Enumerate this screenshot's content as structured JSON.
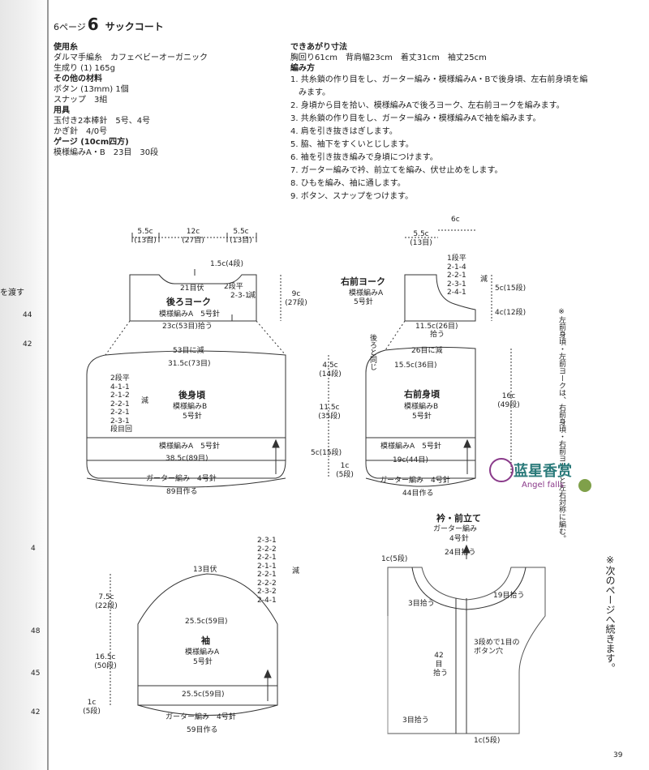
{
  "header": {
    "page_prefix": "6ページ",
    "page_num": "6",
    "title": "サックコート"
  },
  "materials": {
    "yarn_heading": "使用糸",
    "yarn": "ダルマ手編糸　カフェベビーオーガニック",
    "yarn_color": "生成り (1) 165g",
    "other_heading": "その他の材料",
    "button": "ボタン (13mm) 1個",
    "snap": "スナップ　3組",
    "tools_heading": "用具",
    "needles": "玉付き2本棒針　5号、4号",
    "hook": "かぎ針　4/0号",
    "gauge_heading": "ゲージ (10cm四方)",
    "gauge": "模様編みA・B　23目　30段"
  },
  "size": {
    "heading": "できあがり寸法",
    "values": "胸回り61cm　背肩幅23cm　着丈31cm　袖丈25cm"
  },
  "method": {
    "heading": "編み方",
    "steps": [
      "1. 共糸鎖の作り目をし、ガーター編み・模様編みA・Bで後身頃、左右前身頃を編",
      "　みます。",
      "2. 身頃から目を拾い、模様編みAで後ろヨーク、左右前ヨークを編みます。",
      "3. 共糸鎖の作り目をし、ガーター編み・模様編みAで袖を編みます。",
      "4. 肩を引き抜きはぎします。",
      "5. 脇、袖下をすくいとじします。",
      "6. 袖を引き抜き編みで身頃につけます。",
      "7. ガーター編みで衿、前立てを編み、伏せ止めをします。",
      "8. ひもを編み、袖に通します。",
      "9. ボタン、スナップをつけます。"
    ]
  },
  "back_yoke": {
    "w1": "5.5c",
    "w1s": "(13目)",
    "w2": "12c",
    "w2s": "(27目)",
    "w3": "5.5c",
    "w3s": "(13目)",
    "neck_depth": "1.5c(4段)",
    "bind": "21目伏",
    "dec1": "2段平",
    "dec2": "2-3-1",
    "dec_label": "減",
    "title": "後ろヨーク",
    "pattern": "模様編みA　5号針",
    "pickup": "23c(53目)拾う",
    "height": "9c",
    "height_s": "(27段)"
  },
  "back_body": {
    "top_dec": "53目に減",
    "width": "31.5c(73目)",
    "side": [
      "2段平",
      "4-1-1",
      "2-1-2",
      "2-2-1",
      "2-2-1",
      "2-3-1",
      "段目回"
    ],
    "side_label": "減",
    "title": "後身頃",
    "pattern": "模様編みB",
    "needle": "5号針",
    "pattern_a": "模様編みA　5号針",
    "bottom_w": "38.5c(89目)",
    "garter": "ガーター編み　4号針",
    "cast": "89目作る"
  },
  "center_dims": {
    "d1": "4.5c",
    "d1s": "(14段)",
    "d2": "11.5c",
    "d2s": "(35段)",
    "d3": "5c(15段)",
    "d4": "1c",
    "d4s": "(5段)"
  },
  "right_yoke": {
    "w1": "5.5c",
    "w1s": "(13目)",
    "w2": "6c",
    "dec": [
      "1段平",
      "2-1-4",
      "2-2-1",
      "2-3-1",
      "2-4-1"
    ],
    "dec_label": "減",
    "title": "右前ヨーク",
    "pattern": "模様編みA",
    "needle": "5号針",
    "h1": "5c(15段)",
    "h2": "4c(12段)",
    "pickup": "11.5c(26目)",
    "pickup2": "拾う"
  },
  "right_body": {
    "same": "後ろと同じ",
    "top_dec": "26目に減",
    "width": "15.5c(36目)",
    "title": "右前身頃",
    "pattern": "模様編みB",
    "needle": "5号針",
    "pattern_a": "模様編みA　5号針",
    "bottom_w": "19c(44目)",
    "garter": "ガーター編み　4号針",
    "cast": "44目作る",
    "height": "16c",
    "height_s": "(49段)"
  },
  "note_right": "※左前身頃・左前ヨークは、右前身頃・右前ヨークと左右対称に編む。",
  "logo": {
    "text": "蓝星香赏",
    "sub": "Angel falls"
  },
  "collar": {
    "title": "衿・前立て",
    "garter": "ガーター編み",
    "needle": "4号針",
    "d1": "1c(5段)",
    "pick24": "24目拾う",
    "pick19": "19目拾う",
    "pick3a": "3目拾う",
    "button": [
      "3段めで1目の",
      "ボタン穴"
    ],
    "pick42": "42",
    "pick42b": "目",
    "pick42c": "拾う",
    "pick3b": "3目拾う",
    "d2": "1c(5段)"
  },
  "sleeve": {
    "dec": [
      "2-3-1",
      "2-2-2",
      "2-2-1",
      "2-1-1",
      "2-2-1",
      "2-2-2",
      "2-3-2",
      "2-4-1"
    ],
    "dec_label": "減",
    "bind": "13目伏",
    "h1": "7.5c",
    "h1s": "(22段)",
    "width_top": "25.5c(59目)",
    "title": "袖",
    "pattern": "模様編みA",
    "needle": "5号針",
    "h2": "16.5c",
    "h2s": "(50段)",
    "width_bot": "25.5c(59目)",
    "h3": "1c",
    "h3s": "(5段)",
    "garter": "ガーター編み　4号針",
    "cast": "59目作る"
  },
  "note_next": "※次のページへ続きます。",
  "margin_left": {
    "t1": "を渡す",
    "n44": "44",
    "n42": "42",
    "n4": "4",
    "n48": "48",
    "n45": "45",
    "n42b": "42"
  },
  "page_footer": "39"
}
